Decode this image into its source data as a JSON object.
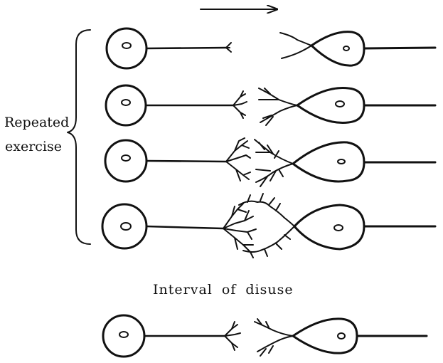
{
  "labels": {
    "repeated": "Repeated",
    "exercise": "exercise",
    "disuse": "Interval of disuse"
  },
  "colors": {
    "ink": "#111111",
    "background": "#ffffff"
  }
}
